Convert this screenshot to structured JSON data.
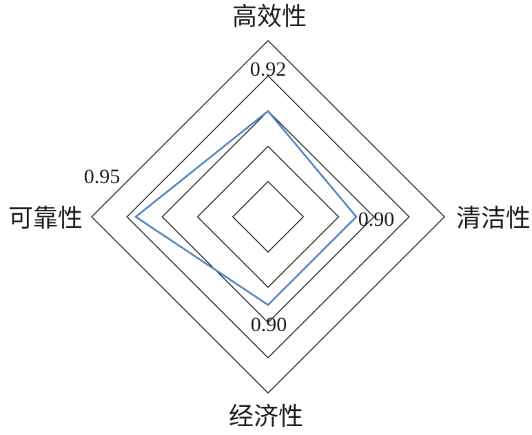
{
  "chart_data": {
    "type": "radar",
    "axes": [
      "高效性",
      "清洁性",
      "经济性",
      "可靠性"
    ],
    "series": [
      {
        "values": [
          0.92,
          0.9,
          0.9,
          0.95
        ],
        "color": "#4f81bd"
      }
    ],
    "value_labels": [
      "0.92",
      "0.90",
      "0.90",
      "0.95"
    ],
    "rlim": [
      0.8,
      1.0
    ],
    "grid_levels": [
      0.84,
      0.88,
      0.92,
      0.96,
      1.0
    ],
    "grid_shape": "diamond",
    "grid_color": "#1a1a1a",
    "legend": "none"
  }
}
